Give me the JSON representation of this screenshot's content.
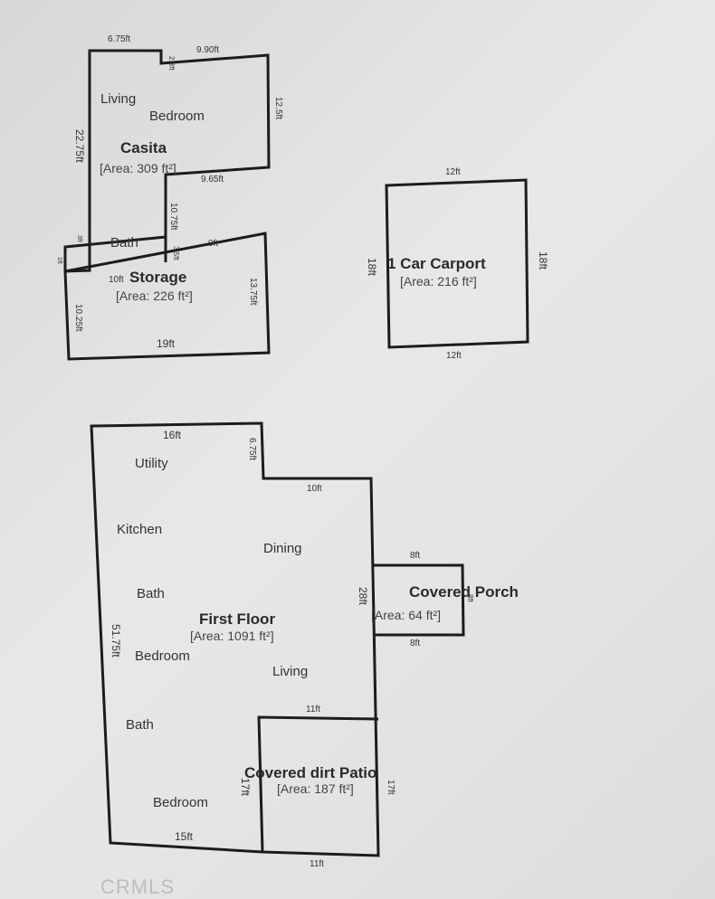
{
  "casita": {
    "title": "Casita",
    "area": "[Area: 309 ft²]",
    "rooms": {
      "living": "Living",
      "bedroom": "Bedroom",
      "bath": "Bath"
    },
    "dims": {
      "top_left": "6.75ft",
      "step": "2.3ft",
      "top_right": "9.90ft",
      "right": "12.5ft",
      "left": "22.75ft",
      "inner": "9.65ft",
      "neck": "10.75ft",
      "small_a": "3ft",
      "small_b": "3.5ft",
      "tiny": "1ft"
    }
  },
  "storage": {
    "title": "Storage",
    "area": "[Area: 226 ft²]",
    "dims": {
      "top": "9ft",
      "left_top": "10ft",
      "right": "13.75ft",
      "left": "10.25ft",
      "bottom": "19ft"
    }
  },
  "carport": {
    "title": "1 Car Carport",
    "area": "[Area: 216 ft²]",
    "dims": {
      "top": "12ft",
      "bottom": "12ft",
      "left": "18ft",
      "right": "18ft"
    }
  },
  "first_floor": {
    "title": "First Floor",
    "area": "[Area: 1091 ft²]",
    "rooms": {
      "utility": "Utility",
      "kitchen": "Kitchen",
      "dining": "Dining",
      "bath1": "Bath",
      "bedroom1": "Bedroom",
      "living": "Living",
      "bath2": "Bath",
      "bedroom2": "Bedroom"
    },
    "dims": {
      "top": "16ft",
      "step": "6.75ft",
      "top_right": "10ft",
      "right": "28ft",
      "left": "51.75ft",
      "bottom": "15ft"
    }
  },
  "porch": {
    "title": "Covered Porch",
    "area": "[Area: 64 ft²]",
    "dims": {
      "top": "8ft",
      "bottom": "8ft",
      "right": "8ft"
    }
  },
  "patio": {
    "title": "Covered dirt Patio",
    "area": "[Area: 187 ft²]",
    "dims": {
      "top": "11ft",
      "bottom": "11ft",
      "left": "17ft",
      "right": "17ft"
    }
  },
  "watermark": "CRMLS"
}
